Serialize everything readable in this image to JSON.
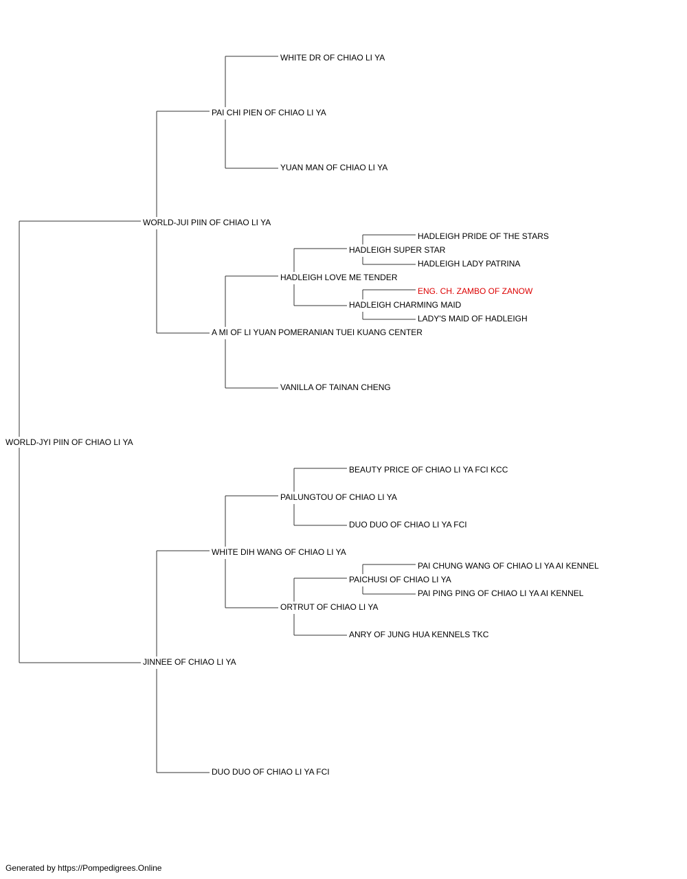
{
  "colors": {
    "line": "#333333",
    "text": "#000000",
    "highlight": "#dd0000"
  },
  "pedigree": {
    "subject": "WORLD-JYI PIIN OF CHIAO LI YA",
    "sire": "WORLD-JUI PIIN OF CHIAO LI YA",
    "sire_sire": "PAI CHI PIEN OF CHIAO LI YA",
    "sire_sire_sire": "WHITE DR OF CHIAO LI YA",
    "sire_sire_dam": "YUAN MAN OF CHIAO LI YA",
    "sire_dam": "A MI OF LI YUAN POMERANIAN TUEI KUANG CENTER",
    "sire_dam_sire": "HADLEIGH LOVE ME TENDER",
    "sire_dam_sire_sire": "HADLEIGH SUPER STAR",
    "sire_dam_sire_sire_sire": "HADLEIGH PRIDE OF THE STARS",
    "sire_dam_sire_sire_dam": "HADLEIGH LADY PATRINA",
    "sire_dam_sire_dam": "HADLEIGH CHARMING MAID",
    "sire_dam_sire_dam_sire": "ENG. CH. ZAMBO OF ZANOW",
    "sire_dam_sire_dam_dam": "LADY'S MAID OF HADLEIGH",
    "sire_dam_dam": "VANILLA OF TAINAN CHENG",
    "dam": "JINNEE OF CHIAO LI YA",
    "dam_sire": "WHITE DIH WANG OF CHIAO LI YA",
    "dam_sire_sire": "PAILUNGTOU OF CHIAO LI YA",
    "dam_sire_sire_sire": "BEAUTY PRICE OF CHIAO LI YA FCI KCC",
    "dam_sire_sire_dam": "DUO DUO OF CHIAO LI YA FCI",
    "dam_sire_dam": "ORTRUT OF CHIAO LI YA",
    "dam_sire_dam_sire": "PAICHUSI OF CHIAO LI YA",
    "dam_sire_dam_sire_sire": "PAI CHUNG WANG OF CHIAO LI YA AI KENNEL",
    "dam_sire_dam_sire_dam": "PAI PING PING OF CHIAO LI YA AI KENNEL",
    "dam_sire_dam_dam": "ANRY OF JUNG HUA KENNELS TKC",
    "dam_dam": "DUO DUO OF CHIAO LI YA FCI"
  },
  "footer": {
    "text": "Generated by https://Pompedigrees.Online"
  }
}
